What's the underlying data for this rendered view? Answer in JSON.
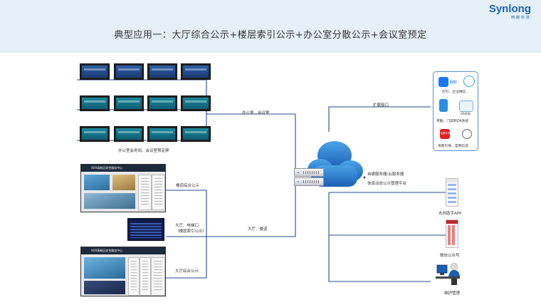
{
  "header": {
    "title": "典型应用一：大厅综合公示+楼层索引公示+办公室分散公示+会议室预定",
    "logo_main": "Synlong",
    "logo_sub": "西朗科技"
  },
  "labels": {
    "office_meeting": "办公室、会议室",
    "door_screen": "办公室会务间、会议室预定屏",
    "building_info": "楼道综合公示",
    "hall_elevator": "大厅、电梯口",
    "floor_index": "（楼层索引公示）",
    "hall_corridor": "大厅、楼道",
    "hall_info": "大厅综合公示",
    "expand_port": "扩展接口",
    "server_line1": "自建服务器/云服务器",
    "server_line2": "信息动态公示管理平台",
    "app": "去向助手APP",
    "wechat_public": "微信公众号",
    "maintenance": "维护管理"
  },
  "screen_titles": {
    "big_top": "XXX高新区综合服务中心",
    "big_bottom": "XXX高新区综合服务中心"
  },
  "panel": {
    "dingtalk": "钉钉",
    "dingtalk_wechat": "钉钉、企业微信",
    "oa": "OA系统",
    "oa_line": "考勤、门禁和OA系统",
    "guide": "迎宾引导",
    "guide_line": "宾客引导、官网信息"
  },
  "colors": {
    "line": "#1f4e8c",
    "header_bg": "#e4eff8",
    "brand": "#1d62b5"
  }
}
